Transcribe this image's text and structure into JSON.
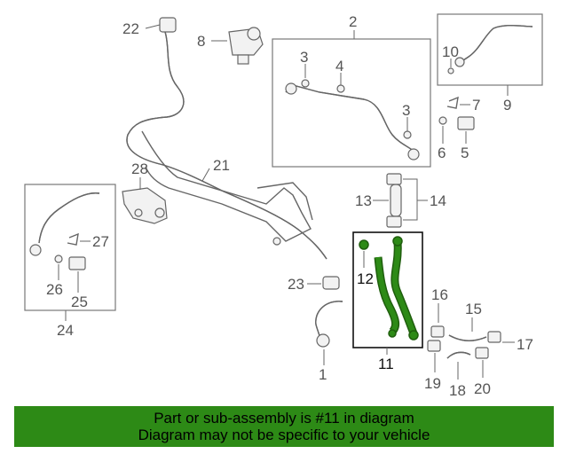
{
  "callouts": {
    "c1": "1",
    "c2": "2",
    "c3a": "3",
    "c3b": "3",
    "c4": "4",
    "c5": "5",
    "c6": "6",
    "c7": "7",
    "c8": "8",
    "c9": "9",
    "c10": "10",
    "c11": "11",
    "c12": "12",
    "c13": "13",
    "c14": "14",
    "c15": "15",
    "c16": "16",
    "c17": "17",
    "c18": "18",
    "c19": "19",
    "c20": "20",
    "c21": "21",
    "c22": "22",
    "c23": "23",
    "c24": "24",
    "c25": "25",
    "c26": "26",
    "c27": "27",
    "c28": "28"
  },
  "highlight": {
    "part": "11",
    "color": "#2d8a16"
  },
  "banner": {
    "line1": "Part or sub-assembly is #11 in diagram",
    "line2": "Diagram may not be specific to your vehicle",
    "background": "#2d8a16"
  }
}
